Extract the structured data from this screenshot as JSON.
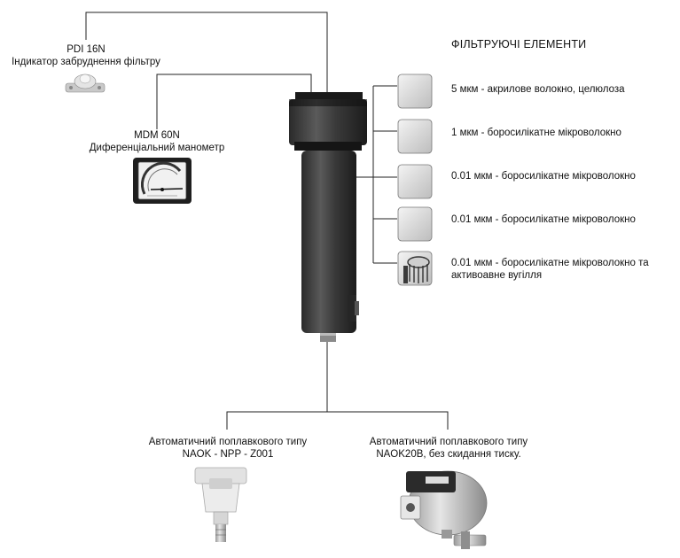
{
  "filter_elements_title": "ФІЛЬТРУЮЧІ ЕЛЕМЕНТИ",
  "indicator": {
    "model": "PDI 16N",
    "description": "Індикатор забруднення фільтру"
  },
  "manometer": {
    "model": "MDM 60N",
    "description": "Диференціальний манометр"
  },
  "elements": [
    {
      "text": "5 мкм - акрилове волокно, целюлоза"
    },
    {
      "text": "1 мкм - боросилікатне мікроволокно"
    },
    {
      "text": "0.01 мкм - боросилікатне мікроволокно"
    },
    {
      "text": "0.01 мкм - боросилікатне мікроволокно"
    },
    {
      "text_line1": "0.01 мкм - боросилікатне мікроволокно та",
      "text_line2": "активоавне вугілля"
    }
  ],
  "drains": [
    {
      "line1": "Автоматичний поплавкового типу",
      "line2": "NAOK - NPP - Z001"
    },
    {
      "line1": "Автоматичний поплавкового типу",
      "line2": "NAOK20B, без скидання тиску."
    }
  ]
}
